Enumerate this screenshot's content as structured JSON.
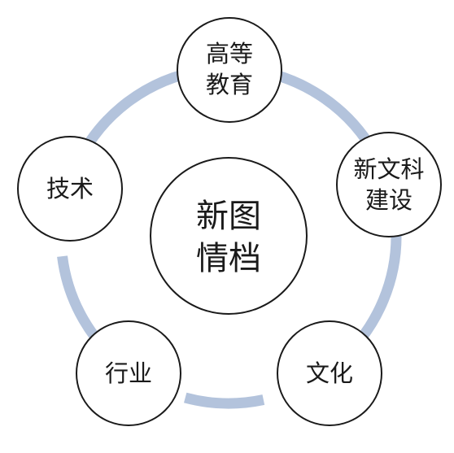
{
  "colors": {
    "ring": "#b3c3dc",
    "node_stroke": "#1a1a1a",
    "text": "#1a1a1a"
  },
  "center": {
    "lines": [
      "新图",
      "情档"
    ]
  },
  "nodes": [
    {
      "id": "higher-education",
      "lines": [
        "高等",
        "教育"
      ]
    },
    {
      "id": "new-liberal-arts",
      "lines": [
        "新文科",
        "建设"
      ]
    },
    {
      "id": "culture",
      "lines": [
        "文化"
      ]
    },
    {
      "id": "industry",
      "lines": [
        "行业"
      ]
    },
    {
      "id": "technology",
      "lines": [
        "技术"
      ]
    }
  ]
}
